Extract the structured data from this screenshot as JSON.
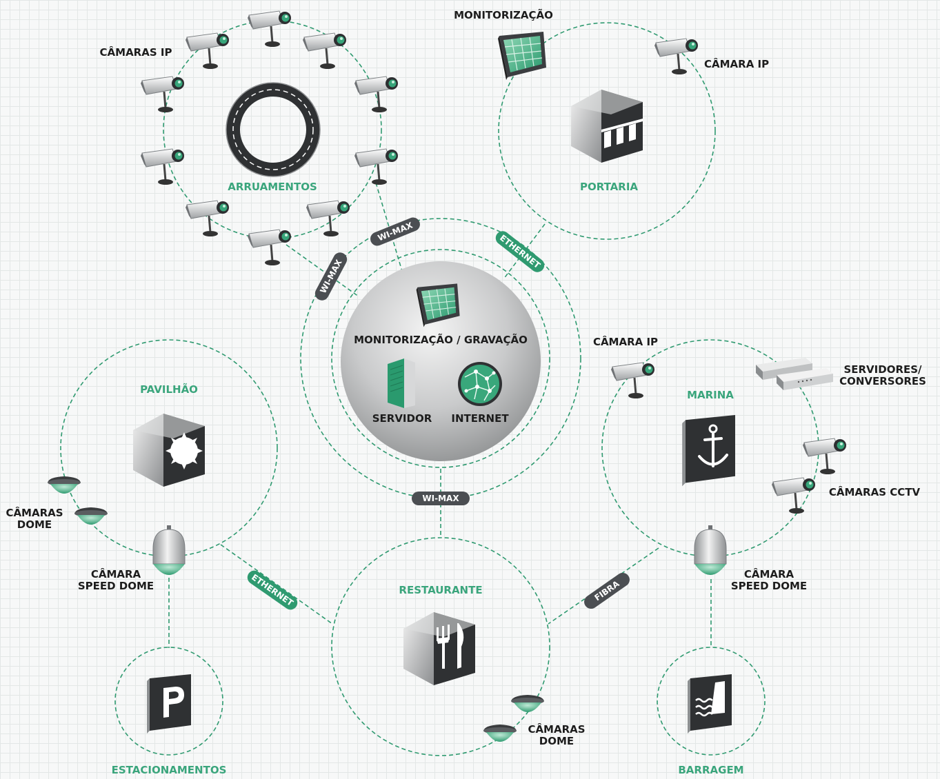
{
  "zones": {
    "arruamentos": {
      "label": "ARRUAMENTOS",
      "cameras_label": "CÂMARAS IP"
    },
    "portaria": {
      "label": "PORTARIA",
      "monitor_label": "MONITORIZAÇÃO",
      "camera_label": "CÂMARA IP"
    },
    "central": {
      "monitor_label": "MONITORIZAÇÃO / GRAVAÇÃO",
      "server_label": "SERVIDOR",
      "internet_label": "INTERNET"
    },
    "pavilhao": {
      "label": "PAVILHÃO",
      "dome_label_1": "CÂMARAS",
      "dome_label_2": "DOME",
      "speed_label_1": "CÂMARA",
      "speed_label_2": "SPEED DOME"
    },
    "marina": {
      "label": "MARINA",
      "camera_label": "CÂMARA IP",
      "servers_label_1": "SERVIDORES/",
      "servers_label_2": "CONVERSORES",
      "cctv_label": "CÂMARAS CCTV",
      "speed_label_1": "CÂMARA",
      "speed_label_2": "SPEED DOME"
    },
    "restaurante": {
      "label": "RESTAURANTE",
      "dome_label_1": "CÂMARAS",
      "dome_label_2": "DOME"
    },
    "estacionamentos": {
      "label": "ESTACIONAMENTOS"
    },
    "barragem": {
      "label": "BARRAGEM"
    }
  },
  "links": {
    "wimax_top_left": "WI-MAX",
    "wimax_top": "WI-MAX",
    "ethernet_top": "ETHERNET",
    "wimax_bottom": "WI-MAX",
    "ethernet_bottom": "ETHERNET",
    "fibra": "FIBRA"
  },
  "colors": {
    "accent_green": "#3aa57c",
    "dash_green": "#2f9a70",
    "dark": "#1d1d1d",
    "pill": "#4b4e52",
    "grid": "#e3e7e6"
  },
  "icons": [
    "ip-camera-icon",
    "road-ring-icon",
    "monitor-icon",
    "gatehouse-icon",
    "server-icon",
    "globe-network-icon",
    "pavilion-icon",
    "dome-camera-icon",
    "speed-dome-icon",
    "anchor-icon",
    "media-converter-icon",
    "restaurant-icon",
    "parking-icon",
    "dam-icon"
  ]
}
